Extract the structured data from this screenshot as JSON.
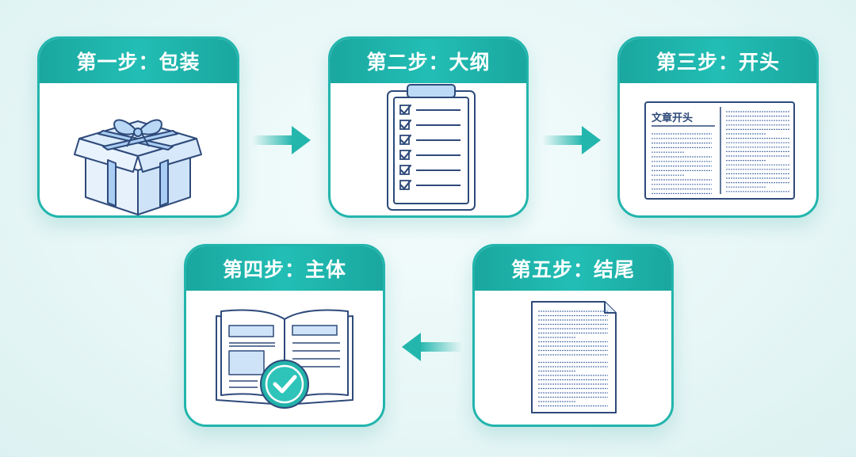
{
  "steps": [
    {
      "label": "第一步：包装",
      "icon": "gift-box-icon"
    },
    {
      "label": "第二步：大纲",
      "icon": "clipboard-checklist-icon"
    },
    {
      "label": "第三步：开头",
      "icon": "article-page-icon",
      "doc_title": "文章开头"
    },
    {
      "label": "第四步：主体",
      "icon": "open-book-check-icon"
    },
    {
      "label": "第五步：结尾",
      "icon": "document-page-icon"
    }
  ],
  "colors": {
    "accent": "#1fb3ab",
    "line": "#2e4a7a",
    "fill": "#dcecfb",
    "bg": "#eaf7f7"
  }
}
